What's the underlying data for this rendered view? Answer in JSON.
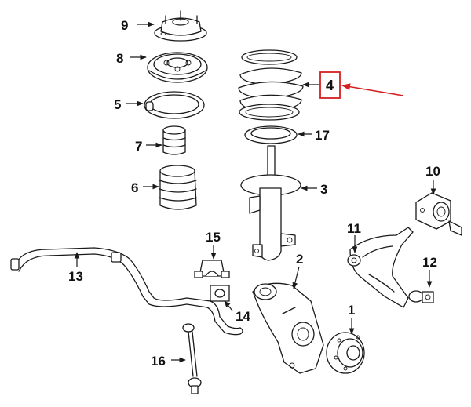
{
  "callouts": {
    "p1": "1",
    "p2": "2",
    "p3": "3",
    "p4": "4",
    "p5": "5",
    "p6": "6",
    "p7": "7",
    "p8": "8",
    "p9": "9",
    "p10": "10",
    "p11": "11",
    "p12": "12",
    "p13": "13",
    "p14": "14",
    "p15": "15",
    "p16": "16",
    "p17": "17"
  },
  "colors": {
    "highlight": "#d42020",
    "ink": "#1a1a1a",
    "background": "#ffffff"
  }
}
